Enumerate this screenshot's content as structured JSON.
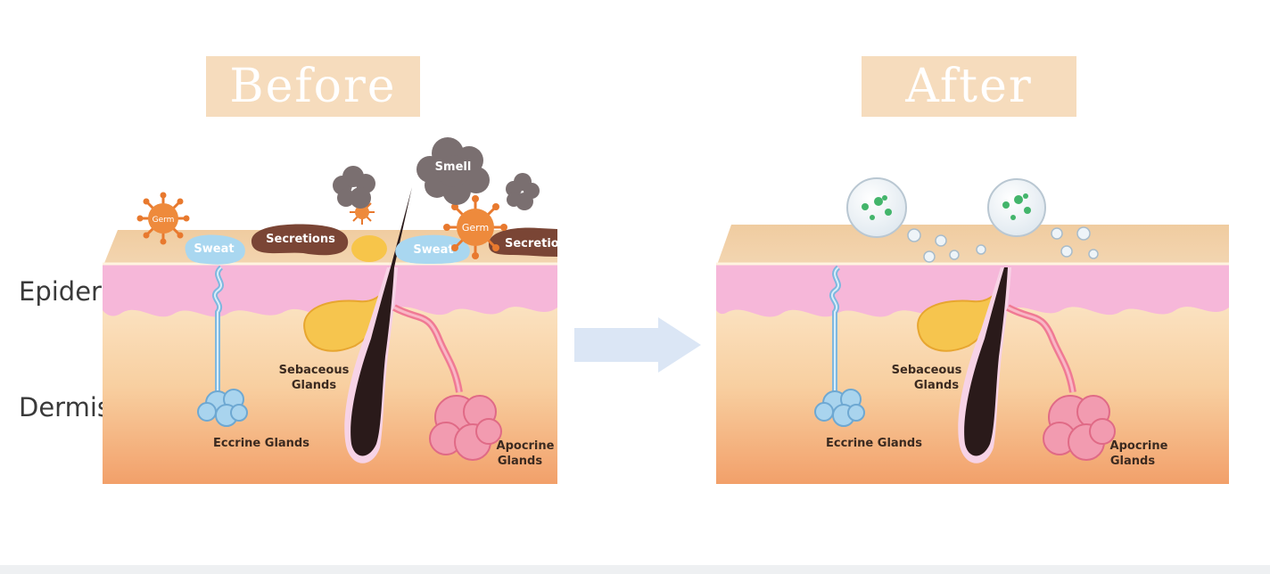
{
  "titles": {
    "before": "Before",
    "after": "After"
  },
  "side_labels": {
    "epidermis": "Epidermis",
    "dermis": "Dermis"
  },
  "before": {
    "germ": "Germ",
    "sweat": "Sweat",
    "secretions": "Secretions",
    "smell": "Smell",
    "sebaceous_1": "Sebaceous",
    "sebaceous_2": "Glands",
    "eccrine": "Eccrine Glands",
    "apocrine_1": "Apocrine",
    "apocrine_2": "Glands"
  },
  "after": {
    "sebaceous_1": "Sebaceous",
    "sebaceous_2": "Glands",
    "eccrine": "Eccrine Glands",
    "apocrine_1": "Apocrine",
    "apocrine_2": "Glands"
  },
  "colors": {
    "surface": "#f2d2a6",
    "epidermis": "#f5b6d8",
    "dermis_top": "#fbe8c8",
    "dermis_bottom": "#f3a469",
    "arrow": "#dbe6f5",
    "title_bg": "#f6dcbd"
  }
}
